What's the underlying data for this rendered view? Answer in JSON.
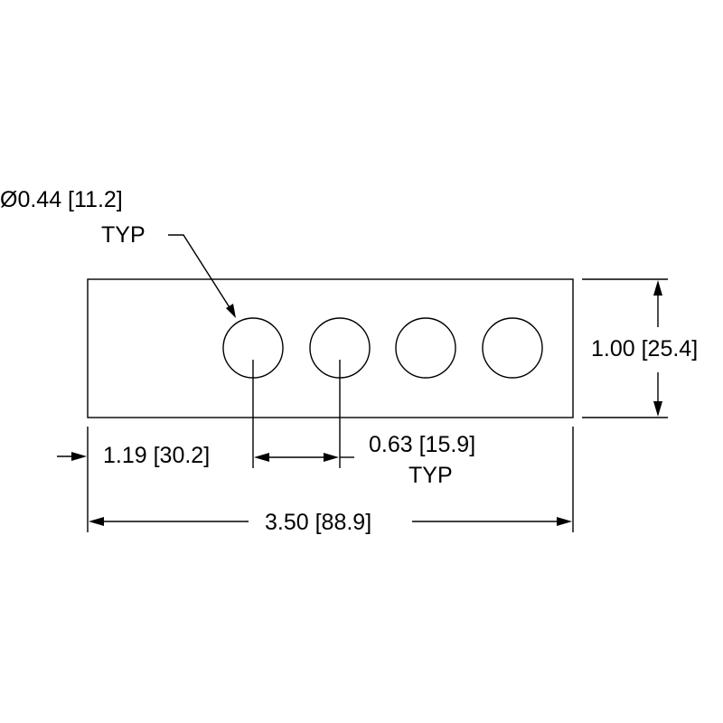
{
  "drawing": {
    "line_color": "#000000",
    "background_color": "#ffffff",
    "hole_count": 4
  },
  "dimensions": {
    "hole_diameter": "Ø0.44 [11.2]",
    "hole_diameter_note": "TYP",
    "height": "1.00 [25.4]",
    "first_hole_offset": "1.19 [30.2]",
    "hole_spacing": "0.63 [15.9]",
    "hole_spacing_note": "TYP",
    "overall_width": "3.50 [88.9]"
  }
}
